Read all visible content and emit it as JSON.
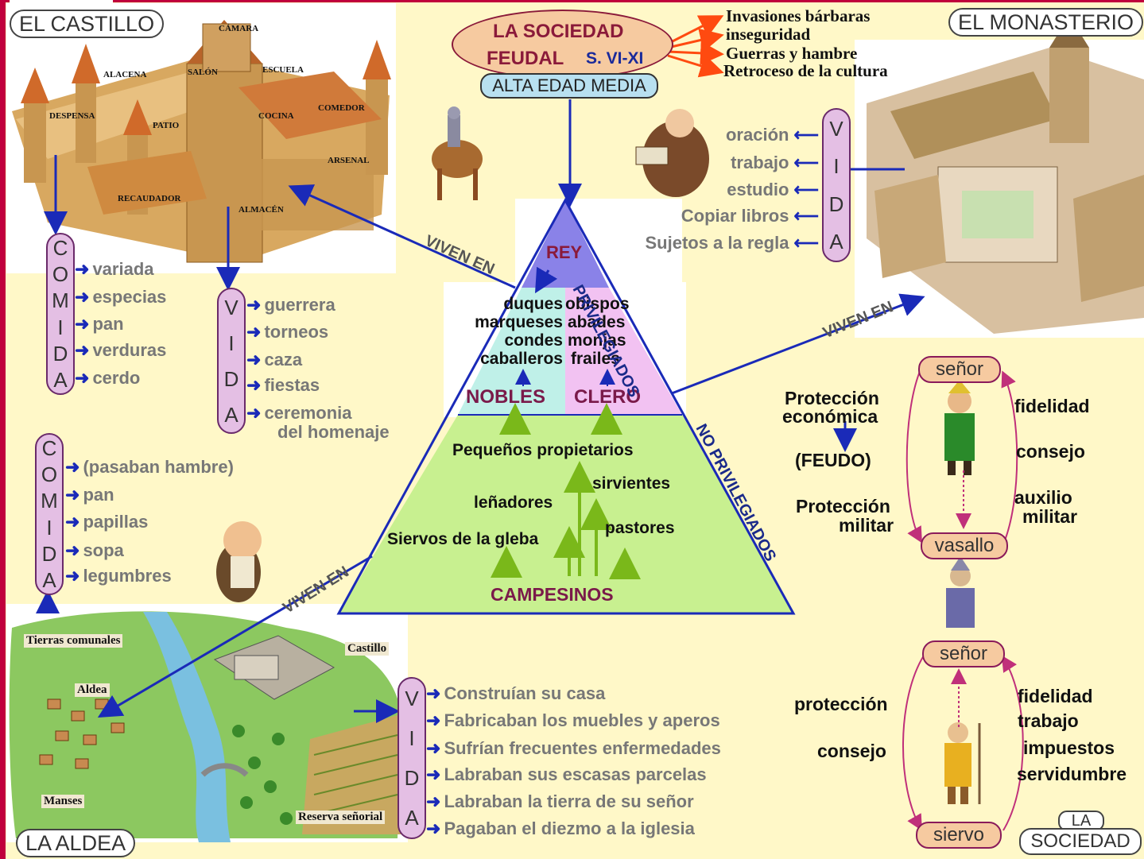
{
  "title": {
    "line1": "LA SOCIEDAD",
    "line2": "FEUDAL",
    "period": "S. VI-XI",
    "era": "ALTA EDAD MEDIA"
  },
  "causes": [
    "Invasiones bárbaras",
    "inseguridad",
    "Guerras y hambre",
    "Retroceso de la cultura"
  ],
  "castle": {
    "title": "EL CASTILLO",
    "labels": [
      "CÁMARA",
      "SALÓN",
      "ESCUELA",
      "ALACENA",
      "DESPENSA",
      "PATIO",
      "COCINA",
      "COMEDOR",
      "ARSENAL",
      "RECAUDADOR",
      "ALMACÉN"
    ],
    "comida_caption": [
      "C",
      "O",
      "M",
      "I",
      "D",
      "A"
    ],
    "comida": [
      "variada",
      "especias",
      "pan",
      "verduras",
      "cerdo"
    ],
    "vida_caption": [
      "V",
      "I",
      "D",
      "A"
    ],
    "vida": [
      "guerrera",
      "torneos",
      "caza",
      "fiestas",
      "ceremonia",
      "del homenaje"
    ]
  },
  "monastery": {
    "title": "EL MONASTERIO",
    "vida_caption": [
      "V",
      "I",
      "D",
      "A"
    ],
    "vida": [
      "oración",
      "trabajo",
      "estudio",
      "Copiar libros",
      "Sujetos a la regla"
    ]
  },
  "village": {
    "title": "LA ALDEA",
    "map_labels": [
      "Tierras comunales",
      "Aldea",
      "Castillo",
      "Manses",
      "Reserva señorial"
    ],
    "comida_caption": [
      "C",
      "O",
      "M",
      "I",
      "D",
      "A"
    ],
    "comida": [
      "(pasaban hambre)",
      "pan",
      "papillas",
      "sopa",
      "legumbres"
    ],
    "vida_caption": [
      "V",
      "I",
      "D",
      "A"
    ],
    "vida": [
      "Construían su casa",
      "Fabricaban los muebles y aperos",
      "Sufrían frecuentes enfermedades",
      "Labraban sus escasas parcelas",
      "Labraban la tierra de su señor",
      "Pagaban el diezmo a la iglesia"
    ]
  },
  "pyramid": {
    "top": "REY",
    "nobles_members": [
      "duques",
      "marqueses",
      "condes",
      "caballeros"
    ],
    "clero_members": [
      "obispos",
      "abades",
      "monjas",
      "frailes"
    ],
    "nobles": "NOBLES",
    "clero": "CLERO",
    "base_members": [
      "Pequeños propietarios",
      "sirvientes",
      "leñadores",
      "pastores",
      "Siervos de la gleba"
    ],
    "base": "CAMPESINOS",
    "privileged": "PRIVILEGIADOS",
    "non_privileged": "NO PRIVILEGIADOS",
    "lives_in": "VIVEN EN"
  },
  "vassalage": {
    "senor": "señor",
    "vasallo": "vasallo",
    "left": [
      "Protección",
      "económica",
      "(FEUDO)",
      "Protección",
      "militar"
    ],
    "right": [
      "fidelidad",
      "consejo",
      "auxilio",
      "militar"
    ]
  },
  "serfdom": {
    "senor": "señor",
    "siervo": "siervo",
    "left": [
      "protección",
      "consejo"
    ],
    "right": [
      "fidelidad",
      "trabajo",
      "impuestos",
      "servidumbre"
    ],
    "footer": [
      "LA",
      "SOCIEDAD"
    ]
  },
  "colors": {
    "arrow": "#1a2ab8",
    "frame": "#c0003c",
    "rey": "#8a82e8",
    "nobles": "#bff0e8",
    "clero": "#f2c2f2",
    "base": "#c8f090"
  }
}
